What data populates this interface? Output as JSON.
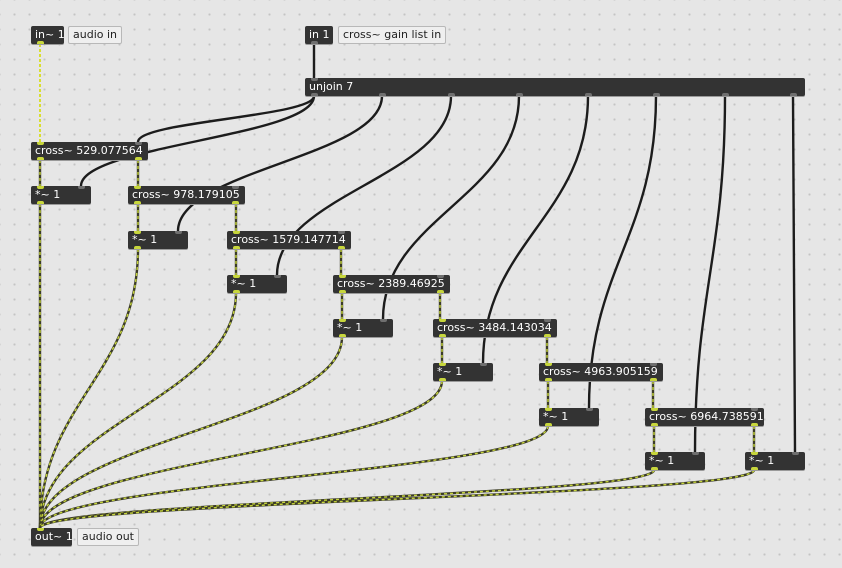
{
  "patch": {
    "objects": {
      "in_audio": "in~ 1",
      "in_list": "in 1",
      "unjoin": "unjoin 7",
      "cross1": "cross~ 529.077564",
      "mul1": "*~ 1",
      "cross2": "cross~ 978.179105",
      "mul2": "*~ 1",
      "cross3": "cross~ 1579.147714",
      "mul3": "*~ 1",
      "cross4": "cross~ 2389.46925",
      "mul4": "*~ 1",
      "cross5": "cross~ 3484.143034",
      "mul5": "*~ 1",
      "cross6": "cross~ 4963.905159",
      "mul6": "*~ 1",
      "cross7": "cross~ 6964.738591",
      "mul7": "*~ 1",
      "mul8": "*~ 1",
      "out_audio": "out~ 1"
    },
    "comments": {
      "audio_in": "audio in",
      "gain_list_in": "cross~ gain list in",
      "audio_out": "audio out"
    }
  }
}
